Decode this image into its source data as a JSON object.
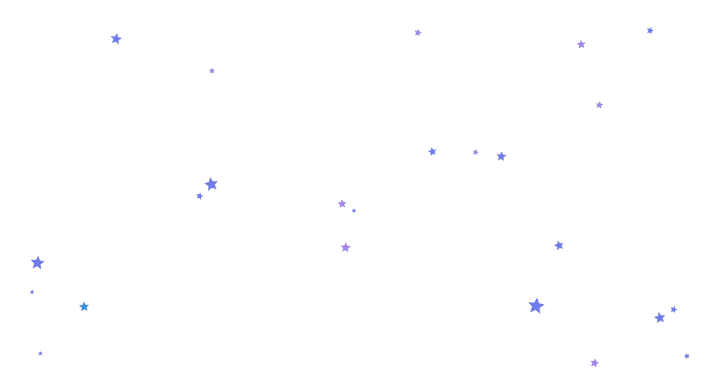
{
  "background": "#ffffff",
  "palette": {
    "blue": "#6f7cf0",
    "violet": "#a884ee",
    "azure": "#2b8fe6",
    "outline": "#4a55b5"
  },
  "stars": [
    {
      "icon": "star-icon",
      "color": "blue"
    },
    {
      "icon": "star-icon",
      "color": "violet"
    },
    {
      "icon": "star-icon",
      "color": "violet"
    },
    {
      "icon": "star-icon",
      "color": "violet"
    },
    {
      "icon": "star-icon",
      "color": "blue"
    },
    {
      "icon": "star-icon",
      "color": "violet"
    },
    {
      "icon": "star-icon",
      "color": "blue"
    },
    {
      "icon": "star-icon",
      "color": "violet"
    },
    {
      "icon": "star-icon",
      "color": "blue"
    },
    {
      "icon": "star-icon",
      "color": "blue"
    },
    {
      "icon": "star-icon",
      "color": "blue"
    },
    {
      "icon": "star-icon",
      "color": "violet"
    },
    {
      "icon": "star-icon",
      "color": "blue"
    },
    {
      "icon": "star-icon",
      "color": "violet"
    },
    {
      "icon": "star-icon",
      "color": "blue"
    },
    {
      "icon": "star-icon",
      "color": "blue"
    },
    {
      "icon": "star-icon",
      "color": "azure"
    },
    {
      "icon": "star-icon",
      "color": "blue"
    },
    {
      "icon": "star-icon",
      "color": "blue"
    },
    {
      "icon": "star-icon",
      "color": "blue"
    },
    {
      "icon": "star-icon",
      "color": "blue"
    },
    {
      "icon": "star-icon",
      "color": "blue"
    },
    {
      "icon": "star-icon",
      "color": "violet"
    },
    {
      "icon": "star-icon",
      "color": "blue"
    }
  ]
}
